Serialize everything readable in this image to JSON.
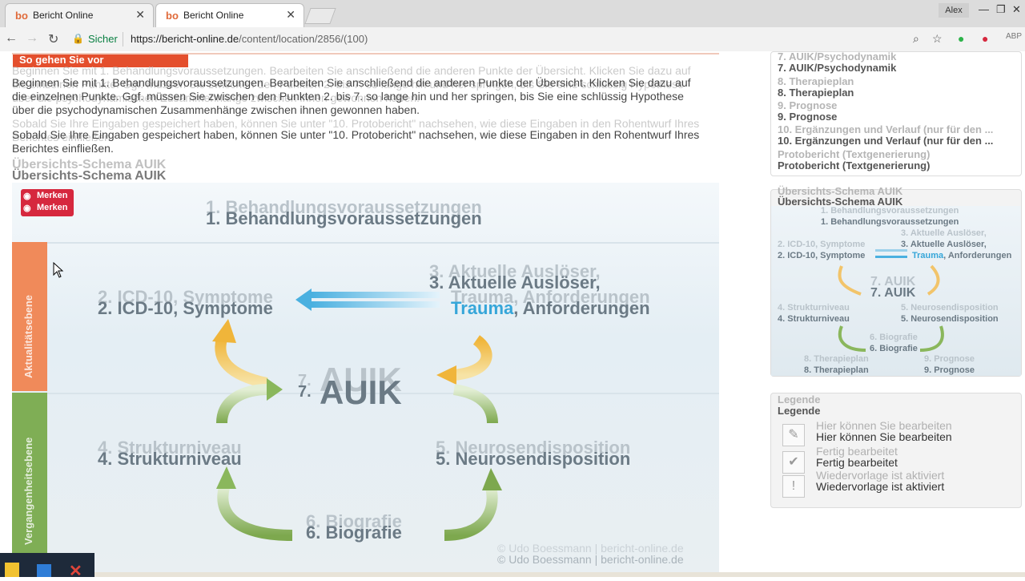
{
  "browser": {
    "tabs": [
      {
        "title": "Bericht Online",
        "favicon": "bo"
      },
      {
        "title": "Bericht Online",
        "favicon": "bo"
      }
    ],
    "user": "Alex",
    "secure_label": "Sicher",
    "url_host": "https://bericht-online.de",
    "url_path": "/content/location/2856/(100)"
  },
  "main": {
    "section_title": "So gehen Sie vor",
    "paragraph1": "Beginnen Sie mit 1. Behandlungsvoraussetzungen. Bearbeiten Sie anschließend die anderen Punkte der Übersicht. Klicken Sie dazu auf die einzelnen Punkte. Ggf. müssen Sie zwischen den Punkten 2. bis 7. so lange hin und her springen, bis Sie eine schlüssig Hypothese über die psychodynamischen Zusammenhänge zwischen ihnen gewonnen haben.",
    "paragraph2": "Sobald Sie Ihre Eingaben gespeichert haben, können Sie unter \"10. Protobericht\" nachsehen, wie diese Eingaben in den Rohentwurf Ihres Berichtes einfließen.",
    "schema_title": "Übersichts-Schema AUIK",
    "merken": "Merken"
  },
  "diagram": {
    "item1": "1. Behandlungsvoraussetzungen",
    "item2": "2. ICD-10, Symptome",
    "item3a": "3. Aktuelle Auslöser,",
    "item3b_blue": "Trauma",
    "item3b_rest": ", Anforderungen",
    "item4": "4. Strukturniveau",
    "item5": "5. Neurosendisposition",
    "item6": "6. Biografie",
    "item7_num": "7.",
    "item7": "AUIK",
    "band_top": "Aktualitätsebene",
    "band_bottom": "Vergangenheitsebene",
    "copyright": "© Udo Boessmann | bericht-online.de"
  },
  "sidebar": {
    "items": [
      "7. AUIK/Psychodynamik",
      "8. Therapieplan",
      "9. Prognose",
      "10. Ergänzungen und Verlauf (nur für den ...",
      "Protobericht (Textgenerierung)"
    ],
    "schema_title": "Übersichts-Schema AUIK",
    "mini": {
      "item1": "1. Behandlungsvoraussetzungen",
      "item2": "2. ICD-10, Symptome",
      "item3a": "3. Aktuelle Auslöser,",
      "item3b_blue": "Trauma",
      "item3b_rest": ", Anforderungen",
      "item4": "4. Strukturniveau",
      "item5": "5. Neurosendisposition",
      "item6": "6. Biografie",
      "item7": "7. AUIK",
      "item8": "8. Therapieplan",
      "item9": "9. Prognose"
    },
    "legend_title": "Legende",
    "legend": [
      {
        "icon": "edit-icon",
        "label": "Hier können Sie bearbeiten"
      },
      {
        "icon": "check-icon",
        "label": "Fertig bearbeitet"
      },
      {
        "icon": "exclamation-icon",
        "label": "Wiedervorlage ist aktiviert"
      }
    ]
  },
  "colors": {
    "accent": "#e44f2d",
    "merken": "#d6283e",
    "orange_band": "#f08a5a",
    "green_band": "#7fae55",
    "blue": "#36a6d9"
  }
}
